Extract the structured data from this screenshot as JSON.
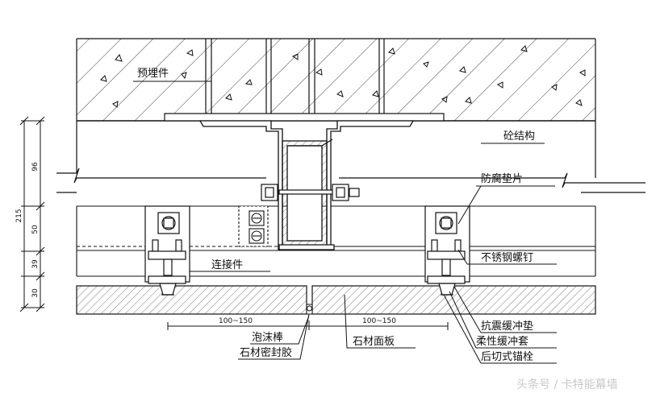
{
  "labels": {
    "embedded_part": "预埋件",
    "concrete_structure": "砼结构",
    "anticorrosion_pad": "防腐垫片",
    "connector": "连接件",
    "stainless_bolt": "不锈钢螺钉",
    "seismic_pad": "抗震缓冲垫",
    "flexible_sleeve": "柔性缓冲套",
    "undercut_anchor": "后切式锚栓",
    "foam_rod": "泡沫棒",
    "stone_sealant": "石材密封胶",
    "stone_panel": "石材面板"
  },
  "dimensions": {
    "d96": "96",
    "d50": "50",
    "d39": "39",
    "d30": "30",
    "total": "215",
    "span_left": "100~150",
    "span_right": "100~150"
  },
  "watermark": "头条号 / 卡特能幕墙",
  "colors": {
    "line": "#111111",
    "hatch": "#444444",
    "watermark": "#c8c8c8"
  }
}
